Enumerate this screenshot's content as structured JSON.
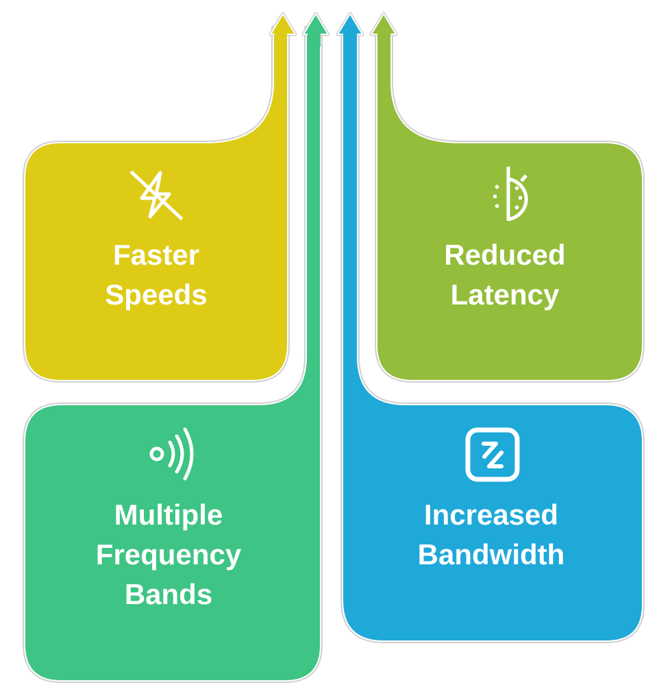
{
  "diagram": {
    "title": "",
    "colors": {
      "yellow": "#DECB16",
      "green": "#3EC484",
      "blue": "#1FA9D9",
      "lime": "#93BD3A",
      "outline": "#D0D0D0",
      "text": "#FFFFFF"
    },
    "cards": [
      {
        "id": "faster-speeds",
        "lines": [
          "Faster",
          "Speeds"
        ],
        "icon": "lightning-off-icon",
        "color": "yellow"
      },
      {
        "id": "reduced-latency",
        "lines": [
          "Reduced",
          "Latency"
        ],
        "icon": "half-ladybug-icon",
        "color": "lime"
      },
      {
        "id": "multiple-frequency-bands",
        "lines": [
          "Multiple",
          "Frequency",
          "Bands"
        ],
        "icon": "signal-waves-icon",
        "color": "green"
      },
      {
        "id": "increased-bandwidth",
        "lines": [
          "Increased",
          "Bandwidth"
        ],
        "icon": "zigzag-square-icon",
        "color": "blue"
      }
    ]
  }
}
